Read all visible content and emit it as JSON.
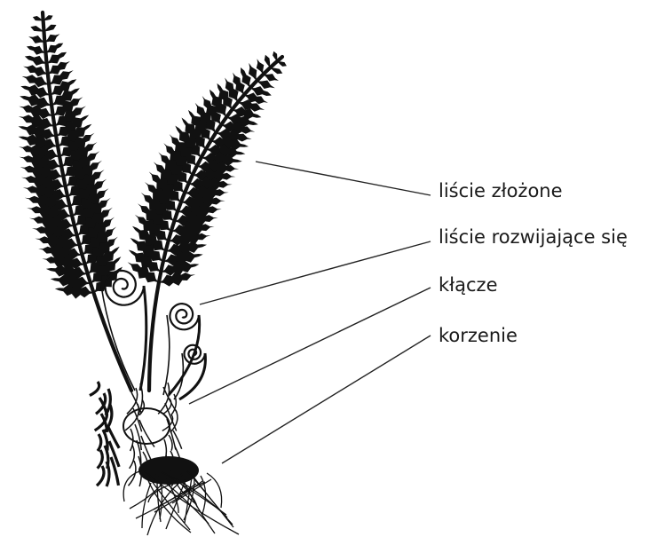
{
  "diagram": {
    "labels": {
      "compound_leaves": "liście złożone",
      "unrolling_leaves": "liście rozwijające się",
      "rhizome": "kłącze",
      "roots": "korzenie"
    },
    "colors": {
      "ink": "#111111",
      "text": "#1a1a1a",
      "background": "#ffffff"
    }
  }
}
